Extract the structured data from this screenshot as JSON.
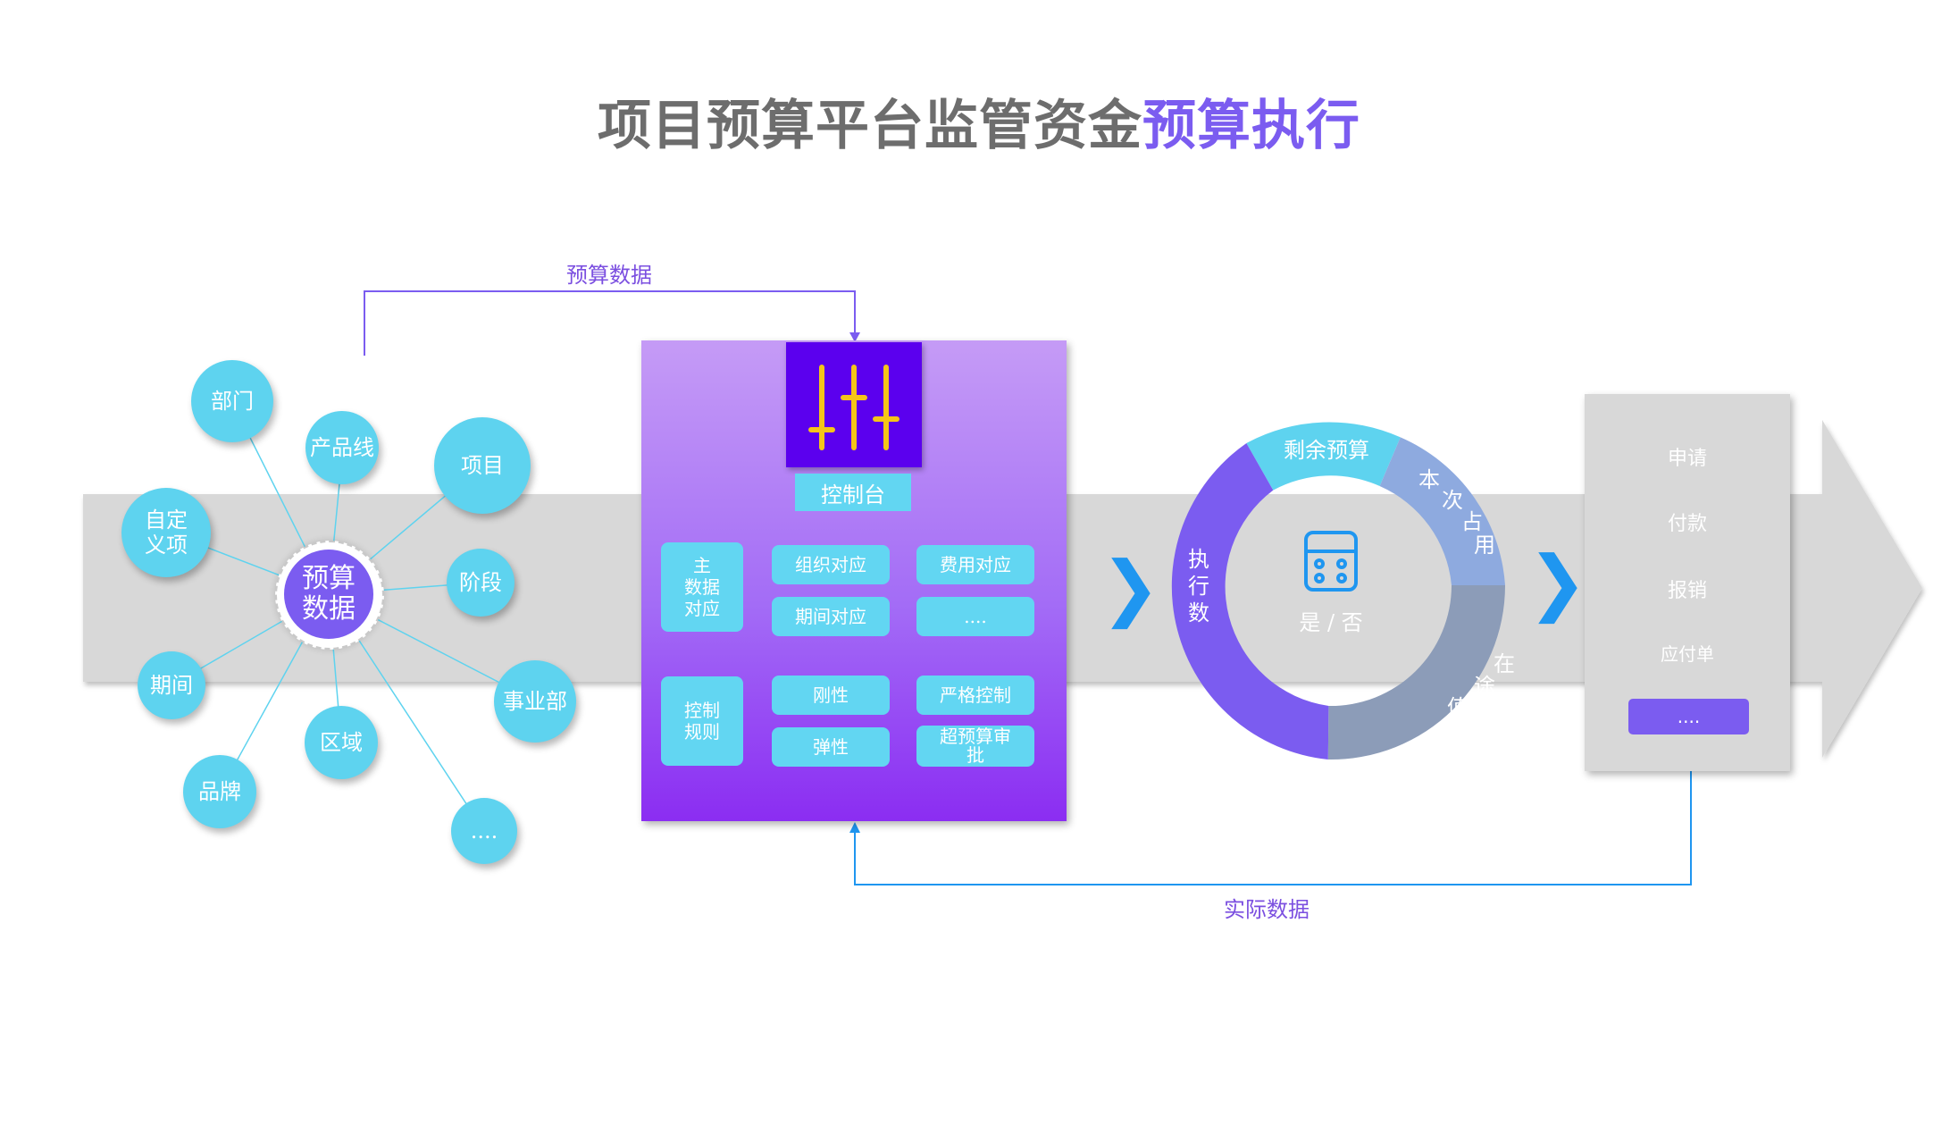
{
  "title": {
    "part1": "项目预算平台监管资金",
    "part2": "预算执行"
  },
  "flow": {
    "top_label": "预算数据",
    "bottom_label": "实际数据"
  },
  "hub": {
    "center": "预算\n数据",
    "nodes": [
      "部门",
      "产品线",
      "项目",
      "自定\n义项",
      "阶段",
      "期间",
      "事业部",
      "区域",
      "品牌",
      "...."
    ]
  },
  "console": {
    "label": "控制台",
    "master_data": "主\n数据\n对应",
    "master_items": [
      "组织对应",
      "费用对应",
      "期间对应",
      "...."
    ],
    "rules": "控制\n规则",
    "rule_items": [
      "刚性",
      "严格控制",
      "弹性",
      "超预算审\n批"
    ]
  },
  "donut": {
    "segments": [
      "剩余预算",
      "本次占用",
      "在途值",
      "执行数"
    ],
    "center": "是 / 否",
    "colors": {
      "remaining": "#5ed3ef",
      "current": "#8eaadf",
      "transit": "#8c9cb8",
      "executed": "#7b5cf0"
    }
  },
  "docs": {
    "items": [
      "申请",
      "付款",
      "报销",
      "应付单"
    ],
    "button": "...."
  },
  "colors": {
    "accent": "#7b5cf0",
    "cyan": "#5ed3ef",
    "band": "#d8d8d8",
    "blue_line": "#1f96f0"
  }
}
